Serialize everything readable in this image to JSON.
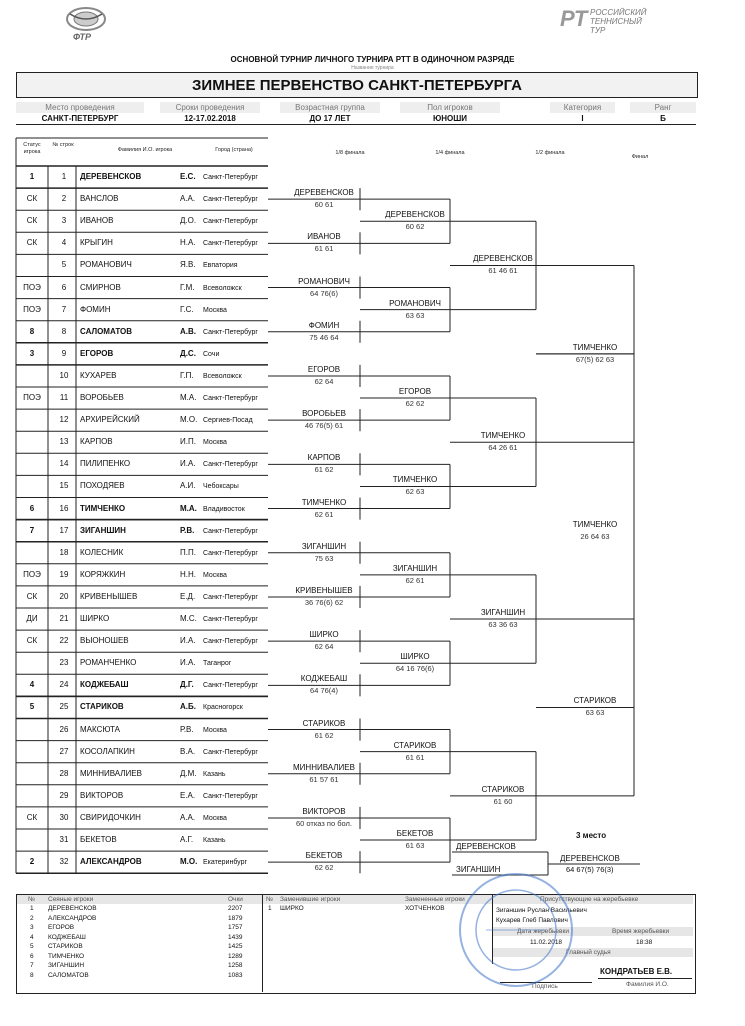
{
  "header": {
    "ftr_logo_text": "ФТР",
    "rtt_logo": [
      "РОССИЙСКИЙ",
      "ТЕННИСНЫЙ",
      "ТУР"
    ],
    "subtitle": "ОСНОВНОЙ ТУРНИР ЛИЧНОГО ТУРНИРА РТТ В ОДИНОЧНОМ РАЗРЯДЕ",
    "subtitle2": "Название турнира",
    "title": "ЗИМНЕЕ ПЕРВЕНСТВО САНКТ-ПЕТЕРБУРГА",
    "info_labels": [
      "Место проведения",
      "Сроки проведения",
      "Возрастная группа",
      "Пол игроков",
      "Категория",
      "Ранг"
    ],
    "info_values": [
      "САНКТ-ПЕТЕРБУРГ",
      "12-17.02.2018",
      "ДО 17 ЛЕТ",
      "ЮНОШИ",
      "I",
      "Б"
    ]
  },
  "columns": {
    "status": "Статус игрока",
    "num": "№ строк",
    "name": "Фамилия И.О. игрока",
    "city": "Город (страна)",
    "r1": "1/8 финала",
    "r2": "1/4 финала",
    "r3": "1/2 финала",
    "final": "Финал"
  },
  "players": [
    {
      "status": "1",
      "seed": "1",
      "name": "ДЕРЕВЕНСКОВ",
      "init": "Е.С.",
      "city": "Санкт-Петербург",
      "bold": true
    },
    {
      "status": "СК",
      "seed": "2",
      "name": "ВАНСЛОВ",
      "init": "А.А.",
      "city": "Санкт-Петербург",
      "bold": false
    },
    {
      "status": "СК",
      "seed": "3",
      "name": "ИВАНОВ",
      "init": "Д.О.",
      "city": "Санкт-Петербург",
      "bold": false
    },
    {
      "status": "СК",
      "seed": "4",
      "name": "КРЫГИН",
      "init": "Н.А.",
      "city": "Санкт-Петербург",
      "bold": false
    },
    {
      "status": "",
      "seed": "5",
      "name": "РОМАНОВИЧ",
      "init": "Я.В.",
      "city": "Евпатория",
      "bold": false
    },
    {
      "status": "ПОЭ",
      "seed": "6",
      "name": "СМИРНОВ",
      "init": "Г.М.",
      "city": "Всеволожск",
      "bold": false
    },
    {
      "status": "ПОЭ",
      "seed": "7",
      "name": "ФОМИН",
      "init": "Г.С.",
      "city": "Москва",
      "bold": false
    },
    {
      "status": "8",
      "seed": "8",
      "name": "САЛОМАТОВ",
      "init": "А.В.",
      "city": "Санкт-Петербург",
      "bold": true
    },
    {
      "status": "3",
      "seed": "9",
      "name": "ЕГОРОВ",
      "init": "Д.С.",
      "city": "Сочи",
      "bold": true
    },
    {
      "status": "",
      "seed": "10",
      "name": "КУХАРЕВ",
      "init": "Г.П.",
      "city": "Всеволожск",
      "bold": false
    },
    {
      "status": "ПОЭ",
      "seed": "11",
      "name": "ВОРОБЬЕВ",
      "init": "М.А.",
      "city": "Санкт-Петербург",
      "bold": false
    },
    {
      "status": "",
      "seed": "12",
      "name": "АРХИРЕЙСКИЙ",
      "init": "М.О.",
      "city": "Сергиев-Посад",
      "bold": false
    },
    {
      "status": "",
      "seed": "13",
      "name": "КАРПОВ",
      "init": "И.П.",
      "city": "Москва",
      "bold": false
    },
    {
      "status": "",
      "seed": "14",
      "name": "ПИЛИПЕНКО",
      "init": "И.А.",
      "city": "Санкт-Петербург",
      "bold": false
    },
    {
      "status": "",
      "seed": "15",
      "name": "ПОХОДЯЕВ",
      "init": "А.И.",
      "city": "Чебоксары",
      "bold": false
    },
    {
      "status": "6",
      "seed": "16",
      "name": "ТИМЧЕНКО",
      "init": "М.А.",
      "city": "Владивосток",
      "bold": true
    },
    {
      "status": "7",
      "seed": "17",
      "name": "ЗИГАНШИН",
      "init": "Р.В.",
      "city": "Санкт-Петербург",
      "bold": true
    },
    {
      "status": "",
      "seed": "18",
      "name": "КОЛЕСНИК",
      "init": "П.П.",
      "city": "Санкт-Петербург",
      "bold": false
    },
    {
      "status": "ПОЭ",
      "seed": "19",
      "name": "КОРЯЖКИН",
      "init": "Н.Н.",
      "city": "Москва",
      "bold": false
    },
    {
      "status": "СК",
      "seed": "20",
      "name": "КРИВЕНЫШЕВ",
      "init": "Е.Д.",
      "city": "Санкт-Петербург",
      "bold": false
    },
    {
      "status": "ДИ",
      "seed": "21",
      "name": "ШИРКО",
      "init": "М.С.",
      "city": "Санкт-Петербург",
      "bold": false
    },
    {
      "status": "СК",
      "seed": "22",
      "name": "ВЫОНОШЕВ",
      "init": "И.А.",
      "city": "Санкт-Петербург",
      "bold": false
    },
    {
      "status": "",
      "seed": "23",
      "name": "РОМАНЧЕНКО",
      "init": "И.А.",
      "city": "Таганрог",
      "bold": false
    },
    {
      "status": "4",
      "seed": "24",
      "name": "КОДЖЕБАШ",
      "init": "Д.Г.",
      "city": "Санкт-Петербург",
      "bold": true
    },
    {
      "status": "5",
      "seed": "25",
      "name": "СТАРИКОВ",
      "init": "А.Б.",
      "city": "Красногорск",
      "bold": true
    },
    {
      "status": "",
      "seed": "26",
      "name": "МАКСЮТА",
      "init": "Р.В.",
      "city": "Москва",
      "bold": false
    },
    {
      "status": "",
      "seed": "27",
      "name": "КОСОЛАПКИН",
      "init": "В.А.",
      "city": "Санкт-Петербург",
      "bold": false
    },
    {
      "status": "",
      "seed": "28",
      "name": "МИННИВАЛИЕВ",
      "init": "Д.М.",
      "city": "Казань",
      "bold": false
    },
    {
      "status": "",
      "seed": "29",
      "name": "ВИКТОРОВ",
      "init": "Е.А.",
      "city": "Санкт-Петербург",
      "bold": false
    },
    {
      "status": "СК",
      "seed": "30",
      "name": "СВИРИДОЧКИН",
      "init": "А.А.",
      "city": "Москва",
      "bold": false
    },
    {
      "status": "",
      "seed": "31",
      "name": "БЕКЕТОВ",
      "init": "А.Г.",
      "city": "Казань",
      "bold": false
    },
    {
      "status": "2",
      "seed": "32",
      "name": "АЛЕКСАНДРОВ",
      "init": "М.О.",
      "city": "Екатеринбург",
      "bold": true
    }
  ],
  "r1": [
    {
      "name": "ДЕРЕВЕНСКОВ",
      "score": "60 61"
    },
    {
      "name": "ИВАНОВ",
      "score": "61 61"
    },
    {
      "name": "РОМАНОВИЧ",
      "score": "64 76(6)"
    },
    {
      "name": "ФОМИН",
      "score": "75 46 64"
    },
    {
      "name": "ЕГОРОВ",
      "score": "62 64"
    },
    {
      "name": "ВОРОБЬЕВ",
      "score": "46 76(5) 61"
    },
    {
      "name": "КАРПОВ",
      "score": "61 62"
    },
    {
      "name": "ТИМЧЕНКО",
      "score": "62 61"
    },
    {
      "name": "ЗИГАНШИН",
      "score": "75 63"
    },
    {
      "name": "КРИВЕНЫШЕВ",
      "score": "36 76(6) 62"
    },
    {
      "name": "ШИРКО",
      "score": "62 64"
    },
    {
      "name": "КОДЖЕБАШ",
      "score": "64 76(4)"
    },
    {
      "name": "СТАРИКОВ",
      "score": "61 62"
    },
    {
      "name": "МИННИВАЛИЕВ",
      "score": "61 57 61"
    },
    {
      "name": "ВИКТОРОВ",
      "score": "60 отказ по бол."
    },
    {
      "name": "БЕКЕТОВ",
      "score": "62 62"
    }
  ],
  "r2": [
    {
      "name": "ДЕРЕВЕНСКОВ",
      "score": "60 62"
    },
    {
      "name": "РОМАНОВИЧ",
      "score": "63 63"
    },
    {
      "name": "ЕГОРОВ",
      "score": "62 62"
    },
    {
      "name": "ТИМЧЕНКО",
      "score": "62 63"
    },
    {
      "name": "ЗИГАНШИН",
      "score": "62 61"
    },
    {
      "name": "ШИРКО",
      "score": "64 16 76(6)"
    },
    {
      "name": "СТАРИКОВ",
      "score": "61 61"
    },
    {
      "name": "БЕКЕТОВ",
      "score": "61 63"
    }
  ],
  "r3": [
    {
      "name": "ДЕРЕВЕНСКОВ",
      "score": "61 46 61"
    },
    {
      "name": "ТИМЧЕНКО",
      "score": "64 26 61"
    },
    {
      "name": "ЗИГАНШИН",
      "score": "63 36 63"
    },
    {
      "name": "СТАРИКОВ",
      "score": "61 60"
    }
  ],
  "r4": [
    {
      "name": "ТИМЧЕНКО",
      "score": "67(5) 62 63"
    },
    {
      "name": "СТАРИКОВ",
      "score": "63 63"
    }
  ],
  "final": {
    "name": "ТИМЧЕНКО",
    "score": "26 64 63"
  },
  "third_place": {
    "label": "3 место",
    "p1": "ДЕРЕВЕНСКОВ",
    "p2": "ЗИГАНШИН",
    "winner": "ДЕРЕВЕНСКОВ",
    "score": "64 67(5) 76(3)"
  },
  "footer": {
    "seeds_header": [
      "№",
      "Сеяные игроки",
      "Очки"
    ],
    "seeds": [
      {
        "n": "1",
        "name": "ДЕРЕВЕНСКОВ",
        "pts": "2207"
      },
      {
        "n": "2",
        "name": "АЛЕКСАНДРОВ",
        "pts": "1879"
      },
      {
        "n": "3",
        "name": "ЕГОРОВ",
        "pts": "1757"
      },
      {
        "n": "4",
        "name": "КОДЖЕБАШ",
        "pts": "1439"
      },
      {
        "n": "5",
        "name": "СТАРИКОВ",
        "pts": "1425"
      },
      {
        "n": "6",
        "name": "ТИМЧЕНКО",
        "pts": "1289"
      },
      {
        "n": "7",
        "name": "ЗИГАНШИН",
        "pts": "1258"
      },
      {
        "n": "8",
        "name": "САЛОМАТОВ",
        "pts": "1083"
      }
    ],
    "lucky_header": [
      "№",
      "Заменившие игроки",
      "Замененные игроки"
    ],
    "lucky": [
      {
        "n": "1",
        "name": "ШИРКО",
        "replaced": "ХОТЧЕНКОВ"
      }
    ],
    "officials_header": "Присутствующие на жеребьевке",
    "officials": [
      "Зиганшин Руслан Васильевич",
      "Кухарев Глеб Павлович"
    ],
    "draw_date_label": "Дата жеребьевки",
    "draw_time_label": "Время жеребьевки",
    "draw_date": "11.02.2018",
    "draw_time": "18:38",
    "referee_label": "Главный судья",
    "signature_label": "Подпись",
    "referee_name": "КОНДРАТЬЕВ Е.В.",
    "referee_sub": "Фамилия И.О."
  }
}
